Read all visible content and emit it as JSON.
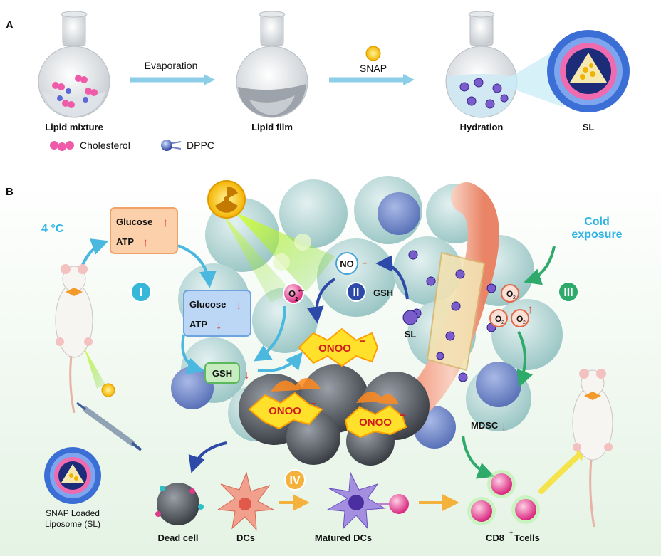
{
  "panel_a": {
    "letter": "A",
    "steps": [
      "Lipid mixture",
      "Lipid film",
      "Hydration",
      "SL"
    ],
    "arrow_labels": [
      "Evaporation",
      "SNAP"
    ],
    "legend": [
      "Cholesterol",
      "DPPC"
    ]
  },
  "panel_b": {
    "letter": "B",
    "temperature": "4 °C",
    "cold_exposure_line1": "Cold",
    "cold_exposure_line2": "exposure",
    "box_high": {
      "glucose": "Glucose",
      "atp": "ATP"
    },
    "box_low": {
      "glucose": "Glucose",
      "atp": "ATP"
    },
    "gsh": "GSH",
    "gsh_label": "GSH",
    "no": "NO",
    "sl": "SL",
    "onoo_main": "ONOO",
    "onoo_left": "ONOO",
    "onoo_right": "ONOO",
    "superoxide": "O",
    "o2": "O",
    "mdsc": "MDSC",
    "roman": [
      "I",
      "II",
      "III",
      "IV"
    ],
    "bottom": {
      "liposome_line1": "SNAP Loaded",
      "liposome_line2": "Liposome (SL)",
      "dead_cell": "Dead cell",
      "dcs": "DCs",
      "matured_dcs": "Matured DCs",
      "cd8_prefix": "CD8",
      "cd8_suffix": " Tcells"
    }
  },
  "colors": {
    "arrow_blue": "#7cc7e6",
    "cold_blue": "#2fb4e6",
    "onoo_red": "#d11b1b",
    "cell_teal": "#b8d9d8",
    "tcell_pink": "#e0398a",
    "arrow_orange": "#f4b23c",
    "arrow_green": "#2eaa6a"
  }
}
